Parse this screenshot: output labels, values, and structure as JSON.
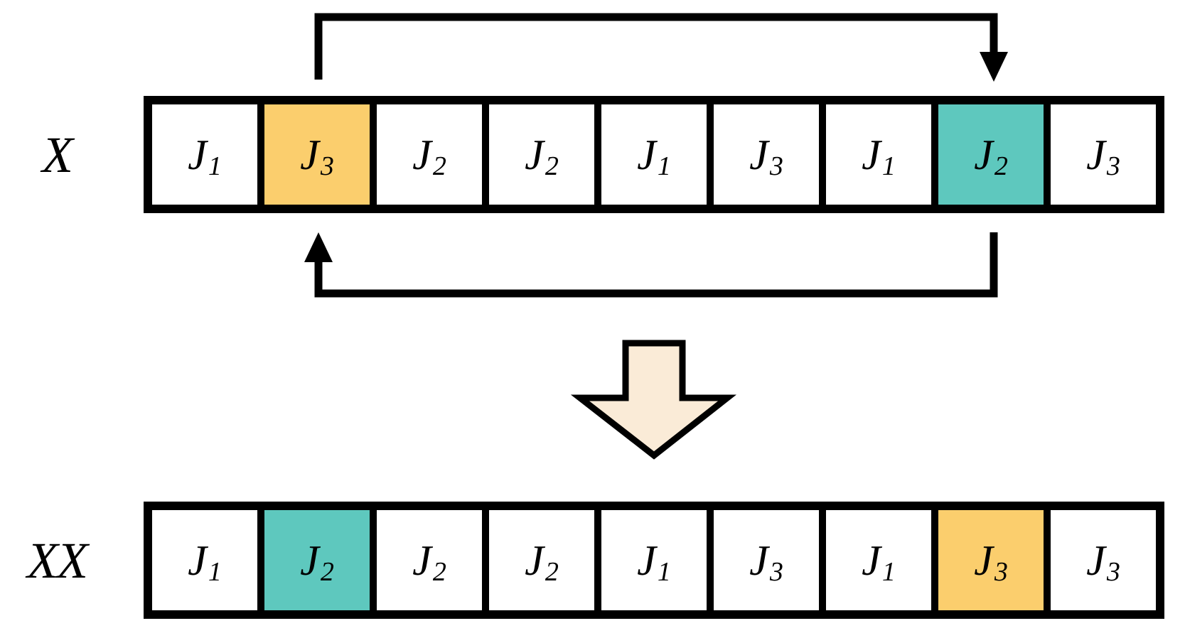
{
  "colors": {
    "highlight_orange": "#FBCE6D",
    "highlight_teal": "#5EC8BE",
    "block_arrow_fill": "#FAEBD7",
    "line_black": "#000000",
    "cell_white": "#FFFFFF"
  },
  "rows": [
    {
      "label": "X",
      "cells": [
        {
          "base": "J",
          "sub": "1",
          "highlight": null
        },
        {
          "base": "J",
          "sub": "3",
          "highlight": "orange"
        },
        {
          "base": "J",
          "sub": "2",
          "highlight": null
        },
        {
          "base": "J",
          "sub": "2",
          "highlight": null
        },
        {
          "base": "J",
          "sub": "1",
          "highlight": null
        },
        {
          "base": "J",
          "sub": "3",
          "highlight": null
        },
        {
          "base": "J",
          "sub": "1",
          "highlight": null
        },
        {
          "base": "J",
          "sub": "2",
          "highlight": "teal"
        },
        {
          "base": "J",
          "sub": "3",
          "highlight": null
        }
      ]
    },
    {
      "label": "XX",
      "cells": [
        {
          "base": "J",
          "sub": "1",
          "highlight": null
        },
        {
          "base": "J",
          "sub": "2",
          "highlight": "teal"
        },
        {
          "base": "J",
          "sub": "2",
          "highlight": null
        },
        {
          "base": "J",
          "sub": "2",
          "highlight": null
        },
        {
          "base": "J",
          "sub": "1",
          "highlight": null
        },
        {
          "base": "J",
          "sub": "3",
          "highlight": null
        },
        {
          "base": "J",
          "sub": "1",
          "highlight": null
        },
        {
          "base": "J",
          "sub": "3",
          "highlight": "orange"
        },
        {
          "base": "J",
          "sub": "3",
          "highlight": null
        }
      ]
    }
  ],
  "swap": {
    "positions": [
      2,
      8
    ]
  },
  "icons": {
    "top_arrow": "swap-forward-arrow",
    "bottom_arrow": "swap-back-arrow",
    "middle_arrow": "transform-down-arrow"
  }
}
